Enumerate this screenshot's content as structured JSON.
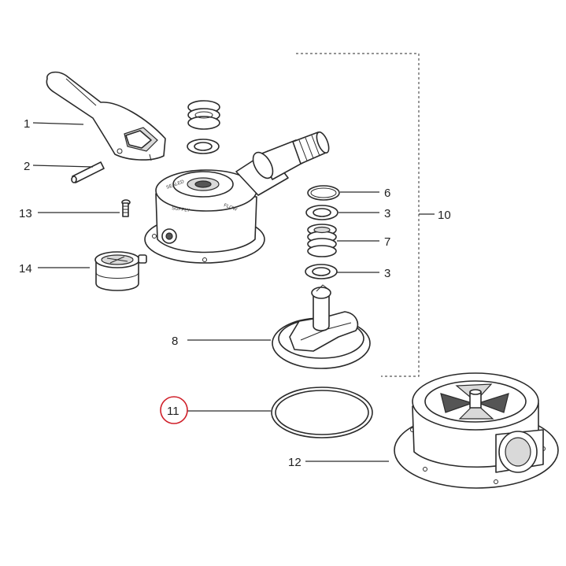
{
  "callouts": {
    "c1": "1",
    "c2": "2",
    "c3a": "3",
    "c3b": "3",
    "c6": "6",
    "c7": "7",
    "c8": "8",
    "c10": "10",
    "c11": "11",
    "c12": "12",
    "c13": "13",
    "c14": "14"
  },
  "highlighted_callout": "11",
  "colors": {
    "line": "#2a2a2a",
    "highlight": "#d0202a",
    "background": "#ffffff"
  }
}
